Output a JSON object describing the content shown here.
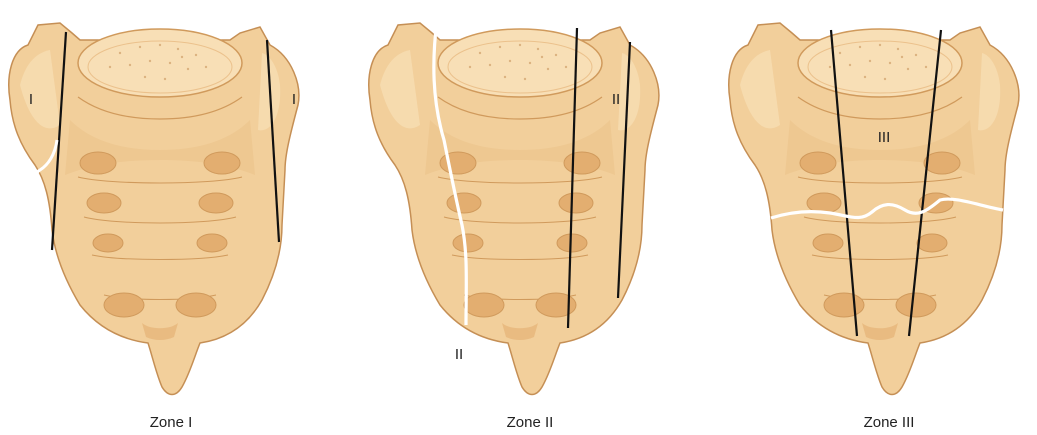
{
  "figure": {
    "panels": [
      {
        "caption": "Zone I",
        "fracture_labels": [
          "I",
          "I"
        ]
      },
      {
        "caption": "Zone II",
        "fracture_labels": [
          "II",
          "II"
        ]
      },
      {
        "caption": "Zone III",
        "fracture_labels": [
          "III"
        ]
      }
    ]
  },
  "colors": {
    "bone_fill": "#f2cf9b",
    "bone_light": "#f8dfb6",
    "bone_shadow": "#e3ae70",
    "bone_dark": "#d09a5c",
    "outline": "#c58f55",
    "zone_line": "#111111",
    "fracture": "#ffffff"
  },
  "icons": [
    "sacrum-illustration"
  ]
}
